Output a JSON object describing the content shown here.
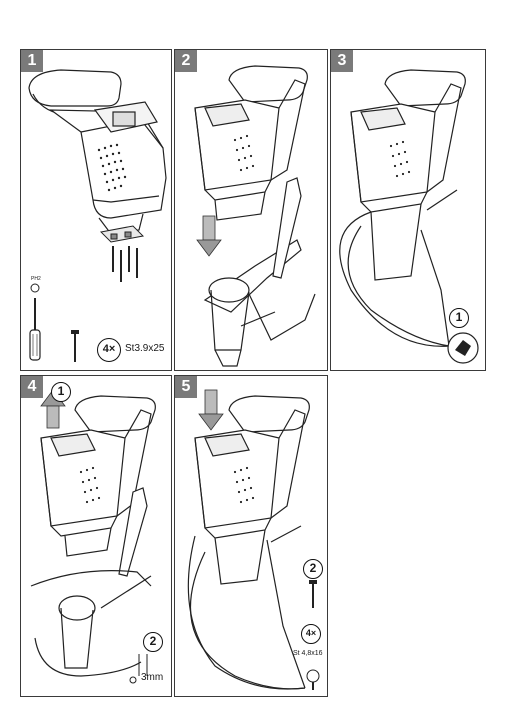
{
  "steps": [
    {
      "number": "1"
    },
    {
      "number": "2"
    },
    {
      "number": "3"
    },
    {
      "number": "4"
    },
    {
      "number": "5"
    }
  ],
  "panel1": {
    "qty": "4×",
    "screw_spec": "St3.9x25",
    "driver_tip": "PH2"
  },
  "panel3": {
    "callout": "1"
  },
  "panel4": {
    "callout_a": "1",
    "callout_b": "2",
    "gap": "3mm"
  },
  "panel5": {
    "callout": "2",
    "qty": "4×",
    "screw_spec": "St 4,8x16"
  },
  "icons": [
    "arrow-down-icon",
    "arrow-up-icon",
    "screwdriver-icon",
    "screw-icon",
    "hand-press-icon"
  ]
}
